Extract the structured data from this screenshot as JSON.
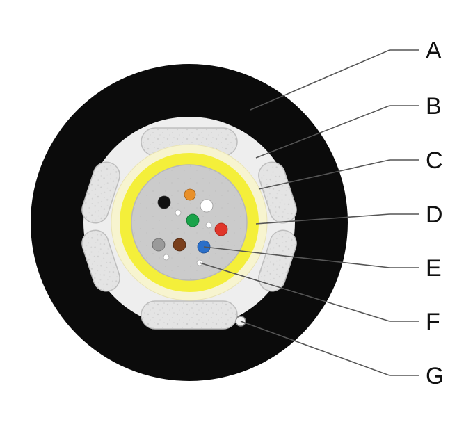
{
  "labels": {
    "a": "A",
    "b": "B",
    "c": "C",
    "d": "D",
    "e": "E",
    "f": "F",
    "g": "G"
  },
  "colors": {
    "outer_jacket": "#0b0b0b",
    "armor_layer": "#eeeeee",
    "armor_segment": "#e2e2e2",
    "water_block": "#f7f4cf",
    "inner_tape": "#f4ef3a",
    "core_tube": "#c9c9c9",
    "leader_line": "#555555",
    "fiber_colors": [
      "#111111",
      "#e8902a",
      "#ffffff",
      "#1aa34a",
      "#e0362a",
      "#9a9a9a",
      "#7a3f1c",
      "#2a6fc9"
    ]
  }
}
